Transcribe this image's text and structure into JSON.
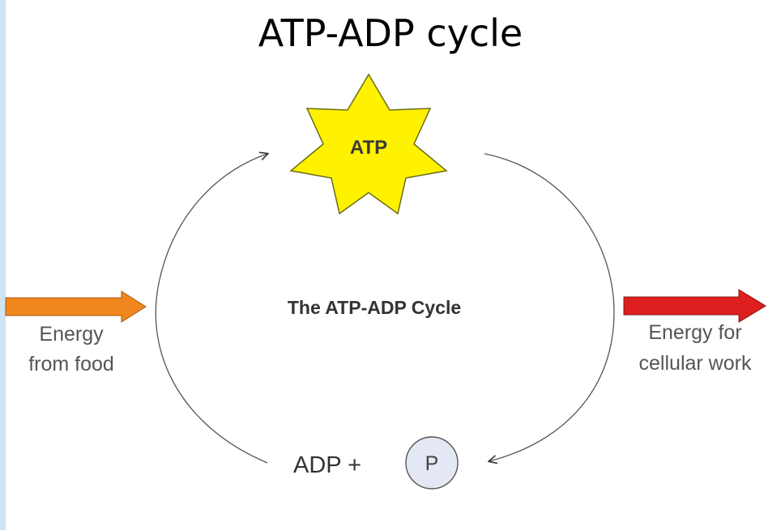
{
  "slide": {
    "title": "ATP-ADP cycle"
  },
  "diagram": {
    "atp_label": "ATP",
    "center_label": "The ATP-ADP Cycle",
    "adp_label": "ADP +",
    "phosphate_label": "P",
    "input": {
      "line1": "Energy",
      "line2": "from food"
    },
    "output": {
      "line1": "Energy for",
      "line2": "cellular work"
    },
    "colors": {
      "star_fill": "#fff200",
      "input_arrow": "#f0861e",
      "output_arrow": "#dd1f1f",
      "phosphate_fill": "#e4e8f4"
    }
  }
}
